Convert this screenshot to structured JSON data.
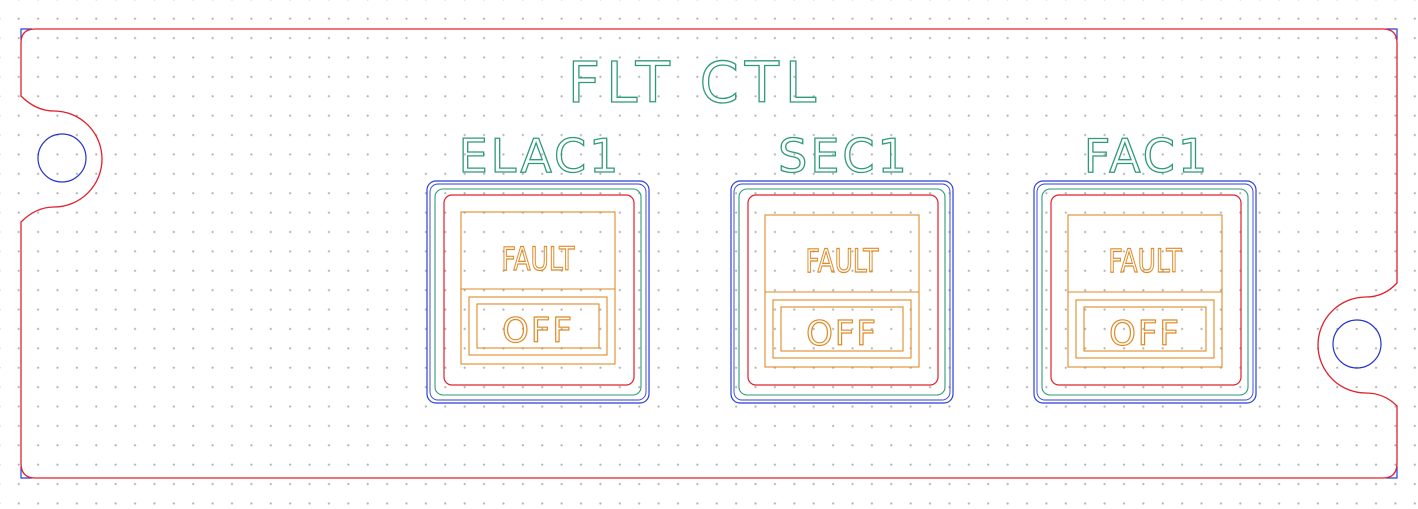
{
  "panel": {
    "title": "FLT CTL"
  },
  "buttons": [
    {
      "label": "ELAC1",
      "upper_legend": "FAULT",
      "lower_legend": "OFF"
    },
    {
      "label": "SEC1",
      "upper_legend": "FAULT",
      "lower_legend": "OFF"
    },
    {
      "label": "FAC1",
      "upper_legend": "FAULT",
      "lower_legend": "OFF"
    }
  ],
  "colors": {
    "panel_outline": "#e0202c",
    "frame_corner": "#2b3fd8",
    "mounting_hole": "#2233cc",
    "label_text": "#2f9a79",
    "button_outer": "#2b3fd8",
    "button_mid": "#2f9a79",
    "button_inner": "#e0202c",
    "legend": "#e08a26"
  }
}
